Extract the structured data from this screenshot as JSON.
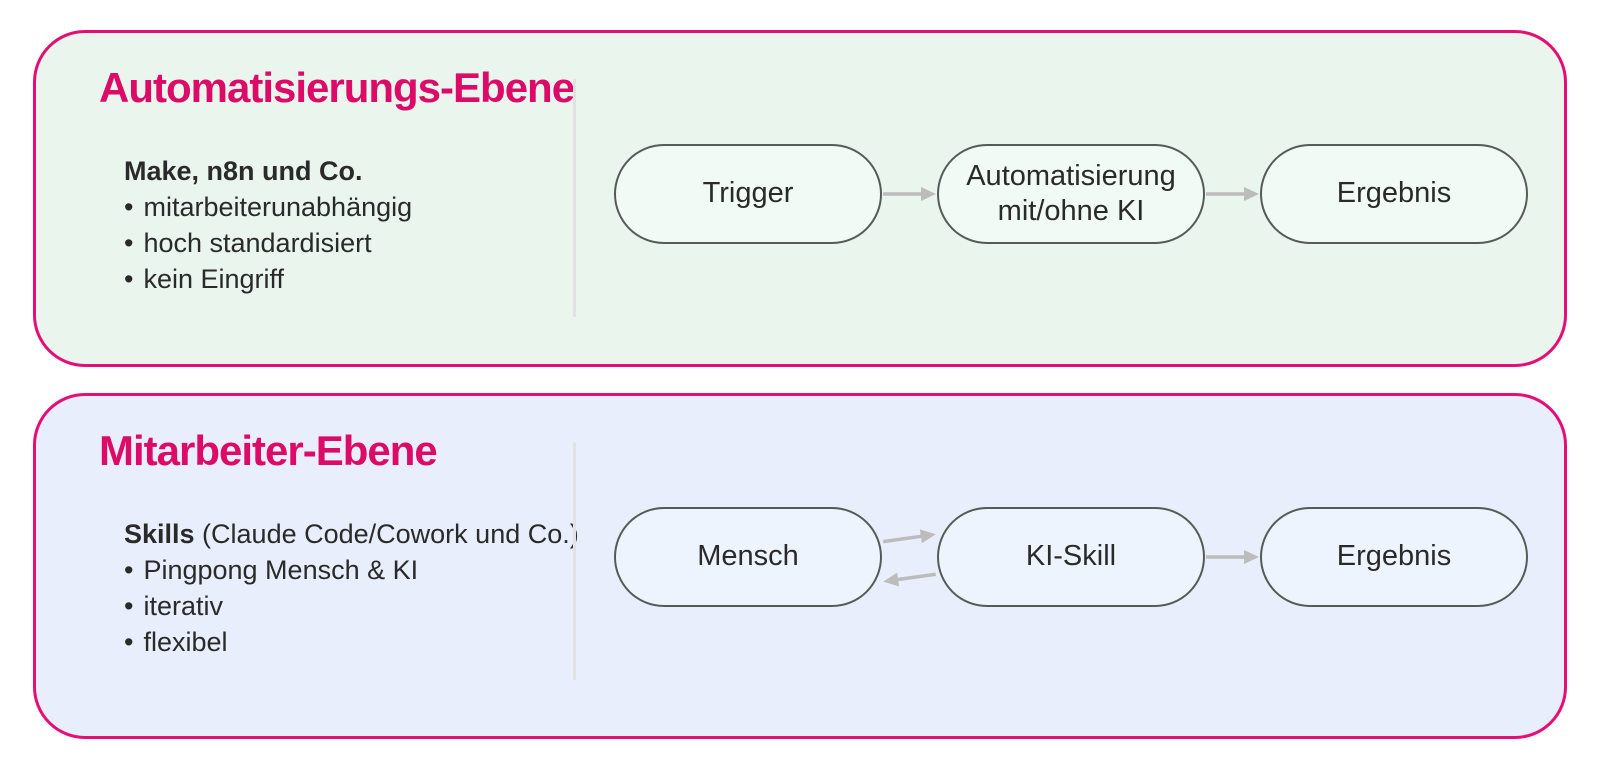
{
  "canvas": {
    "background": "#ffffff"
  },
  "colors": {
    "accent": "#db0b67",
    "border_pink": "#e40e76",
    "node_border": "#565b59",
    "arrow": "#bcbcbc",
    "divider": "#e2e2e2",
    "text_dark": "#2a2a2a"
  },
  "bullet_char": "•",
  "panels": [
    {
      "title": "Automatisierungs-Ebene",
      "subtitle_bold": "Make, n8n und Co.",
      "subtitle_rest": "",
      "bullets": [
        "mitarbeiterunabhängig",
        "hoch standardisiert",
        "kein Eingriff"
      ],
      "colors": {
        "bg": "#e9f5ed",
        "node_fill": "#f1faf4"
      },
      "flow": {
        "nodes": [
          "Trigger",
          "Automatisierung mit/ohne KI",
          "Ergebnis"
        ],
        "arrows": [
          "right",
          "right"
        ]
      }
    },
    {
      "title": "Mitarbeiter-Ebene",
      "subtitle_bold": "Skills",
      "subtitle_rest": " (Claude Code/Cowork und Co.)",
      "bullets": [
        "Pingpong Mensch & KI",
        "iterativ",
        "flexibel"
      ],
      "colors": {
        "bg": "#e8eefb",
        "node_fill": "#eef4fd"
      },
      "flow": {
        "nodes": [
          "Mensch",
          "KI-Skill",
          "Ergebnis"
        ],
        "arrows": [
          "both",
          "right"
        ]
      }
    }
  ]
}
